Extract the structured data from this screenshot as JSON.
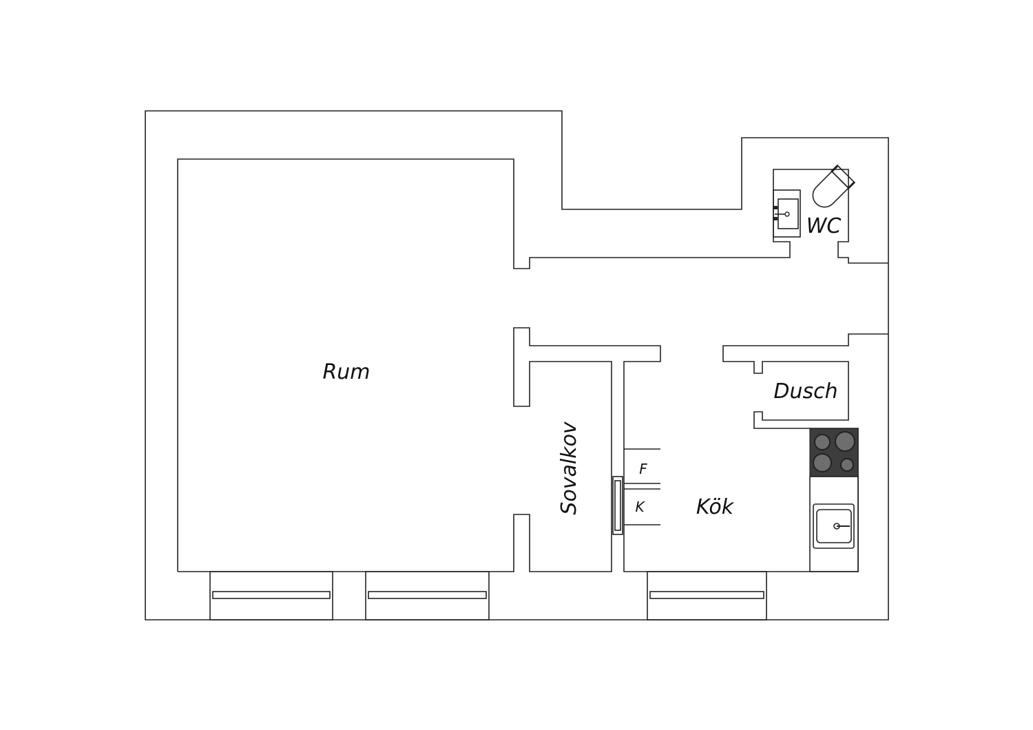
{
  "rooms": {
    "rum": "Rum",
    "sovalkov": "Sovalkov",
    "kok": "Kök",
    "dusch": "Dusch",
    "wc": "WC"
  },
  "appliances": {
    "freezer": "F",
    "fridge": "K"
  },
  "colors": {
    "line": "#222222",
    "stove": "#3d3d3d",
    "burner": "#6e6e6e"
  }
}
